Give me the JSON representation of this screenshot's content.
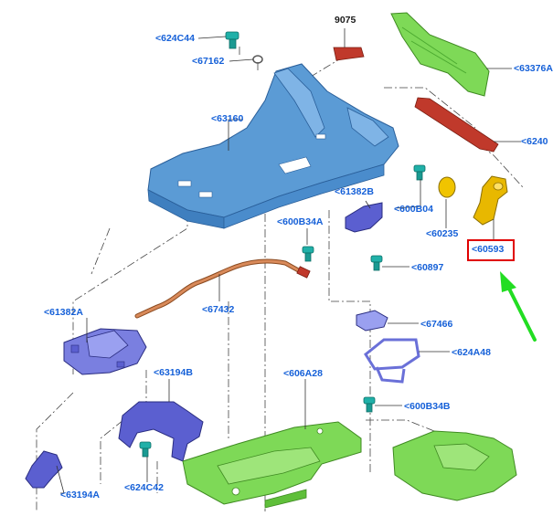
{
  "colors": {
    "label": "#1560d8",
    "label_dark": "#1a1a1a",
    "highlight": "#e00000",
    "arrow": "#22dd22",
    "blue_part": "#5b9bd5",
    "green_part": "#7ed957",
    "red_part": "#c0392b",
    "yellow_part": "#e8b800",
    "violet_part": "#5b5fd0",
    "teal_fastener": "#20b0a8",
    "copper_cable": "#d98a5a"
  },
  "labels": {
    "l_624C44": "<624C44",
    "l_67162": "<67162",
    "l_9075": "9075",
    "l_63376": "<63376A",
    "l_63160": "<63160",
    "l_6240": "<6240",
    "l_61382B": "<61382B",
    "l_600B04": "<600B04",
    "l_600B34A": "<600B34A",
    "l_60235": "<60235",
    "l_60593": "<60593",
    "l_60897": "<60897",
    "l_67432": "<67432",
    "l_61382A": "<61382A",
    "l_67466": "<67466",
    "l_624A48": "<624A48",
    "l_63194B": "<63194B",
    "l_606A28": "<606A28",
    "l_600B34B": "<600B34B",
    "l_624C42": "<624C42",
    "l_63194A": "<63194A"
  }
}
